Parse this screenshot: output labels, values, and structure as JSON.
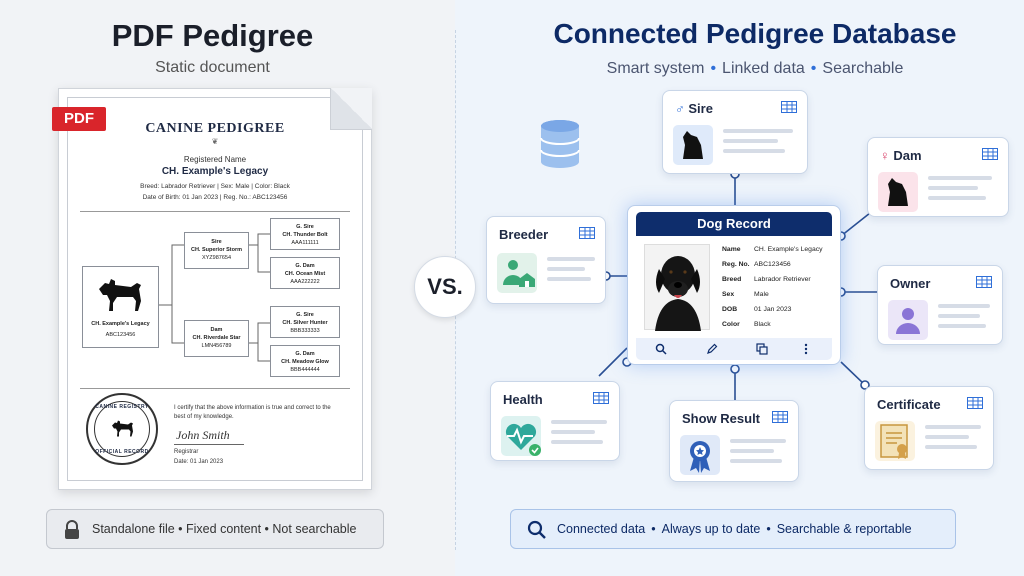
{
  "left": {
    "title": "PDF Pedigree",
    "subtitle": "Static document",
    "pdf_badge": "PDF",
    "doc": {
      "title": "CANINE PEDIGREE",
      "registered_name_label": "Registered Name",
      "registered_name": "CH. Example's Legacy",
      "line1": "Breed: Labrador Retriever   |   Sex: Male   |   Color: Black",
      "line2": "Date of Birth: 01 Jan 2023   |   Reg. No.: ABC123456",
      "dog": {
        "name": "CH. Example's Legacy",
        "reg": "ABC123456"
      },
      "sire": {
        "label": "Sire",
        "name": "CH. Superior Storm",
        "reg": "XYZ987654"
      },
      "dam": {
        "label": "Dam",
        "name": "CH. Riverdale Star",
        "reg": "LMN456789"
      },
      "gsire1": {
        "label": "G. Sire",
        "name": "CH. Thunder Bolt",
        "reg": "AAA111111"
      },
      "gdam1": {
        "label": "G. Dam",
        "name": "CH. Ocean Mist",
        "reg": "AAA222222"
      },
      "gsire2": {
        "label": "G. Sire",
        "name": "CH. Silver Hunter",
        "reg": "BBB333333"
      },
      "gdam2": {
        "label": "G. Dam",
        "name": "CH. Meadow Glow",
        "reg": "BBB444444"
      },
      "seal_top": "CANINE REGISTRY",
      "seal_bottom": "OFFICIAL RECORD",
      "cert_text": "I certify that the above information is true and correct to the best of my knowledge.",
      "signature": "John Smith",
      "registrar_label": "Registrar",
      "registrar_date": "Date: 01 Jan 2023"
    },
    "footer": "Standalone file  •  Fixed content  •  Not searchable"
  },
  "vs": "VS.",
  "right": {
    "title": "Connected Pedigree Database",
    "subtitle_items": [
      "Smart system",
      "Linked data",
      "Searchable"
    ],
    "main": {
      "title": "Dog Record",
      "fields": [
        {
          "k": "Name",
          "v": "CH. Example's Legacy"
        },
        {
          "k": "Reg. No.",
          "v": "ABC123456"
        },
        {
          "k": "Breed",
          "v": "Labrador Retriever"
        },
        {
          "k": "Sex",
          "v": "Male"
        },
        {
          "k": "DOB",
          "v": "01 Jan 2023"
        },
        {
          "k": "Color",
          "v": "Black"
        }
      ]
    },
    "cards": {
      "sire": "Sire",
      "dam": "Dam",
      "breeder": "Breeder",
      "owner": "Owner",
      "health": "Health",
      "show": "Show Result",
      "certificate": "Certificate"
    },
    "footer": [
      "Connected data",
      "Always up to date",
      "Searchable & reportable"
    ]
  },
  "colors": {
    "navy": "#0e2d6c",
    "accent_blue": "#2f6fd8",
    "pdf_red": "#d9252b",
    "connector": "#2a4f93"
  },
  "icons": [
    "lock-icon",
    "database-icon",
    "grid-icon",
    "male-icon",
    "female-icon",
    "search-icon",
    "edit-icon",
    "copy-icon",
    "more-icon",
    "award-icon",
    "certificate-icon",
    "health-icon",
    "breeder-icon",
    "owner-icon"
  ]
}
